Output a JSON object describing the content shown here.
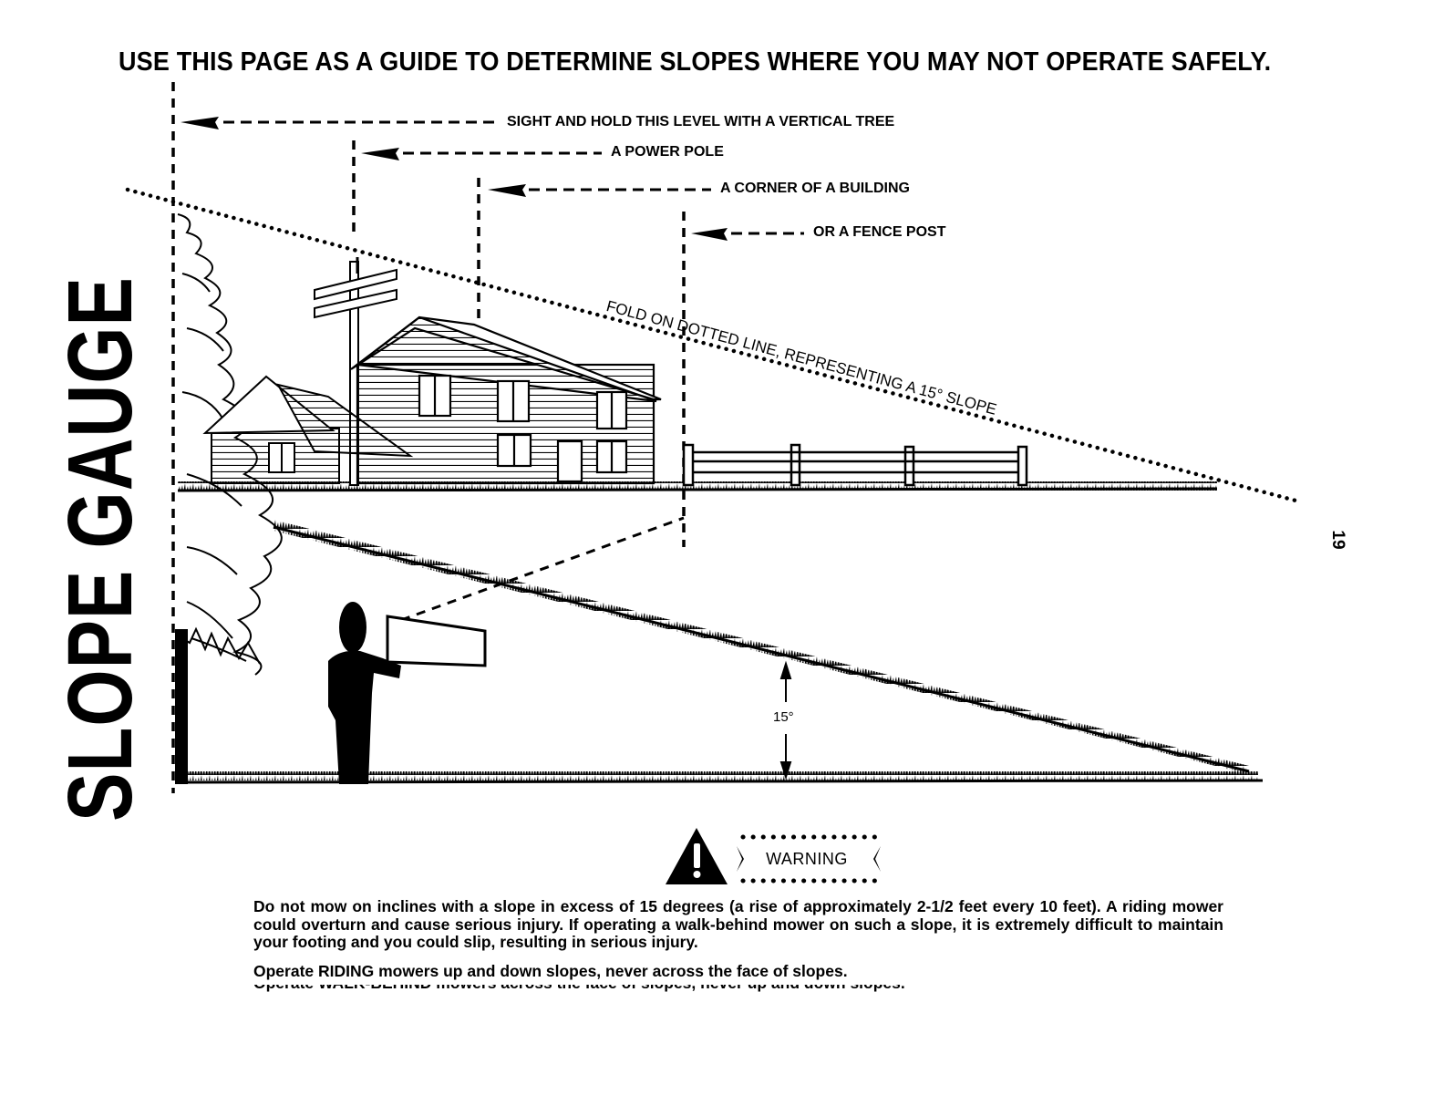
{
  "header": {
    "title": "USE THIS PAGE AS A GUIDE TO DETERMINE SLOPES WHERE YOU MAY NOT OPERATE SAFELY."
  },
  "side_title": "SLOPE GAUGE",
  "page_number": "19",
  "sight_labels": {
    "tree": "SIGHT AND HOLD THIS LEVEL WITH A VERTICAL TREE",
    "pole": "A POWER POLE",
    "building": "A CORNER OF A BUILDING",
    "fence": "OR A FENCE POST"
  },
  "fold_line_label": "FOLD ON DOTTED LINE, REPRESENTING A 15° SLOPE",
  "angle_label": "15°",
  "warning": {
    "label": "WARNING",
    "paragraphs": [
      "Do not mow on inclines with a slope in excess of 15 degrees (a rise of approximately 2-1/2 feet every 10 feet). A riding mower could overturn and cause serious injury. If operating a walk-behind mower on such a slope, it is extremely difficult to maintain your footing and you could slip, resulting in serious injury.",
      "Operate RIDING mowers up and down slopes, never across the face of slopes.",
      "Operate WALK-BEHIND mowers across the face of slopes, never up and down slopes."
    ]
  },
  "icons": [
    "warning-triangle-icon",
    "arrow-left-icon"
  ],
  "colors": {
    "ink": "#000000",
    "paper": "#ffffff"
  }
}
